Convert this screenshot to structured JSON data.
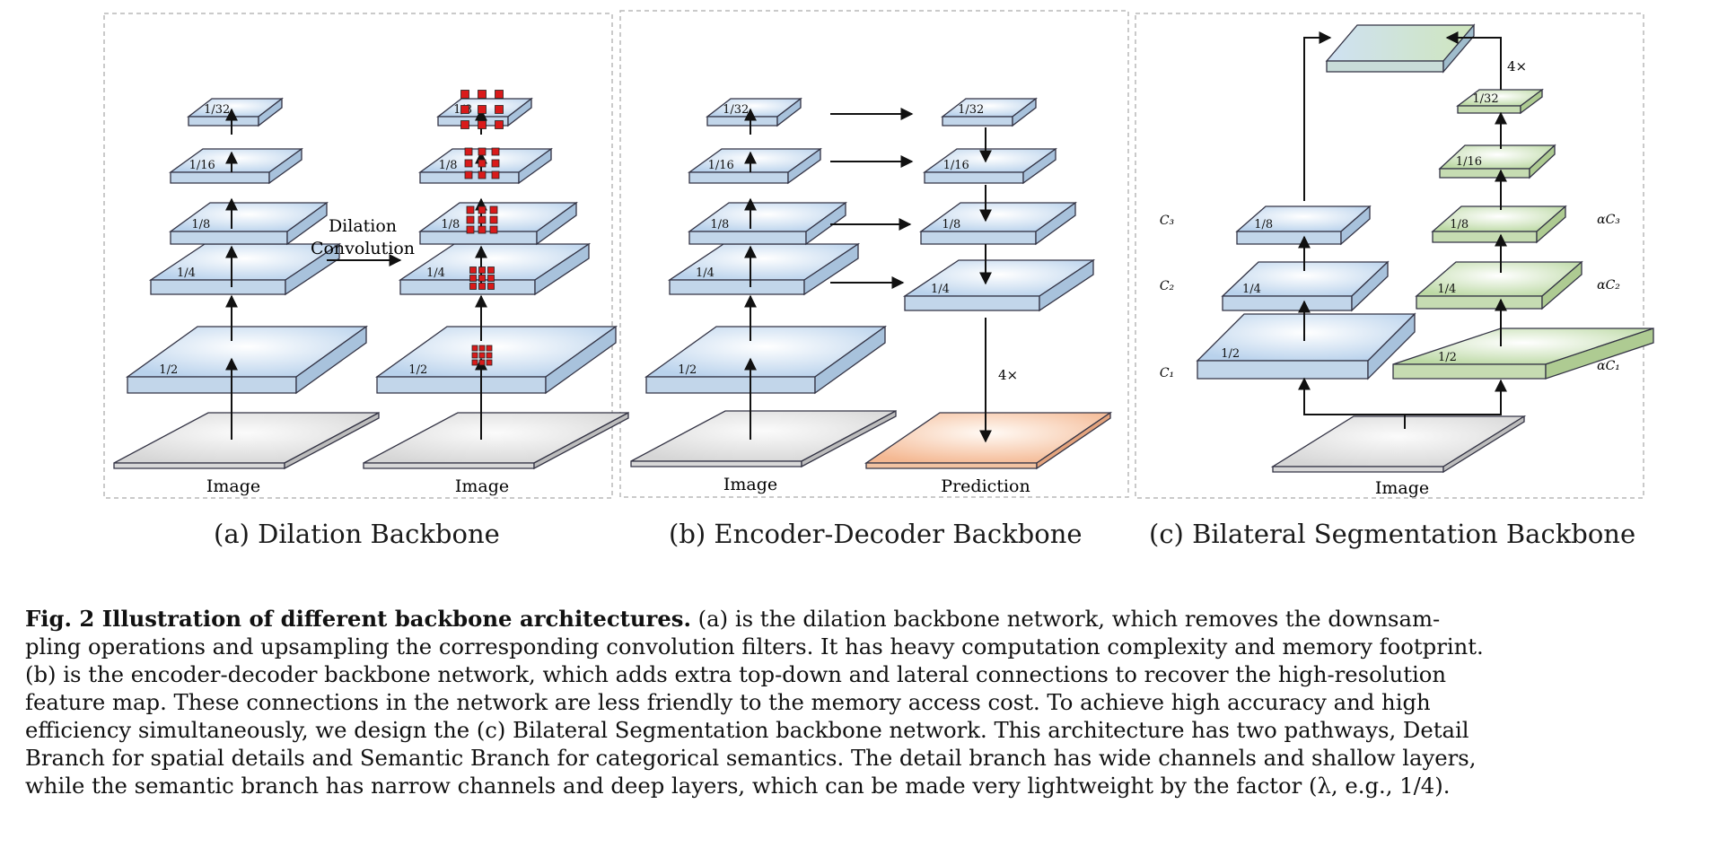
{
  "panels": {
    "a": {
      "subcaption": "(a) Dilation Backbone",
      "left_column": {
        "layers": [
          "1/2",
          "1/4",
          "1/8",
          "1/16",
          "1/32"
        ],
        "input_label": "Image"
      },
      "right_column": {
        "layers": [
          "1/2",
          "1/4",
          "1/8",
          "1/8",
          "1/8"
        ],
        "input_label": "Image"
      },
      "transition_label_line1": "Dilation",
      "transition_label_line2": "Convolution"
    },
    "b": {
      "subcaption": "(b) Encoder-Decoder Backbone",
      "encoder": {
        "layers": [
          "1/2",
          "1/4",
          "1/8",
          "1/16",
          "1/32"
        ],
        "input_label": "Image"
      },
      "decoder": {
        "layers": [
          "1/4",
          "1/8",
          "1/16",
          "1/32"
        ]
      },
      "upsample_label": "4×",
      "output_label": "Prediction"
    },
    "c": {
      "subcaption": "(c) Bilateral Segmentation Backbone",
      "detail_branch": {
        "layers": [
          "1/2",
          "1/4",
          "1/8"
        ],
        "channel_labels": [
          "C₁",
          "C₂",
          "C₃"
        ]
      },
      "semantic_branch": {
        "layers": [
          "1/2",
          "1/4",
          "1/8",
          "1/16",
          "1/32"
        ],
        "channel_labels": [
          "αC₁",
          "αC₂",
          "αC₃"
        ]
      },
      "upsample_label": "4×",
      "input_label": "Image"
    }
  },
  "caption": {
    "lead": "Fig. 2  Illustration of different backbone architectures.",
    "lines": [
      " (a) is the dilation backbone network, which removes the downsam-",
      "pling operations and upsampling the corresponding convolution filters. It has heavy computation complexity and memory footprint.",
      "(b) is the encoder-decoder backbone network, which adds extra top-down and lateral connections to recover the high-resolution",
      "feature map. These connections in the network are less friendly to the memory access cost. To achieve high accuracy and high",
      "efficiency simultaneously, we design the (c) Bilateral Segmentation backbone network. This architecture has two pathways, Detail",
      "Branch for spatial details and Semantic Branch for categorical semantics. The detail branch has wide channels and shallow layers,",
      "while the semantic branch has narrow channels and deep layers, which can be made very lightweight by the factor (λ, e.g., 1/4)."
    ]
  },
  "colors": {
    "blue_top": "#d4e4f4",
    "blue_side": "#a8c2dc",
    "green_top": "#d6e8c6",
    "green_side": "#aecb92",
    "gray_top": "#e6e6e6",
    "orange_top": "#f7cdb0",
    "kernel_red": "#d91a1a",
    "panel_border": "#b8b8b8"
  }
}
